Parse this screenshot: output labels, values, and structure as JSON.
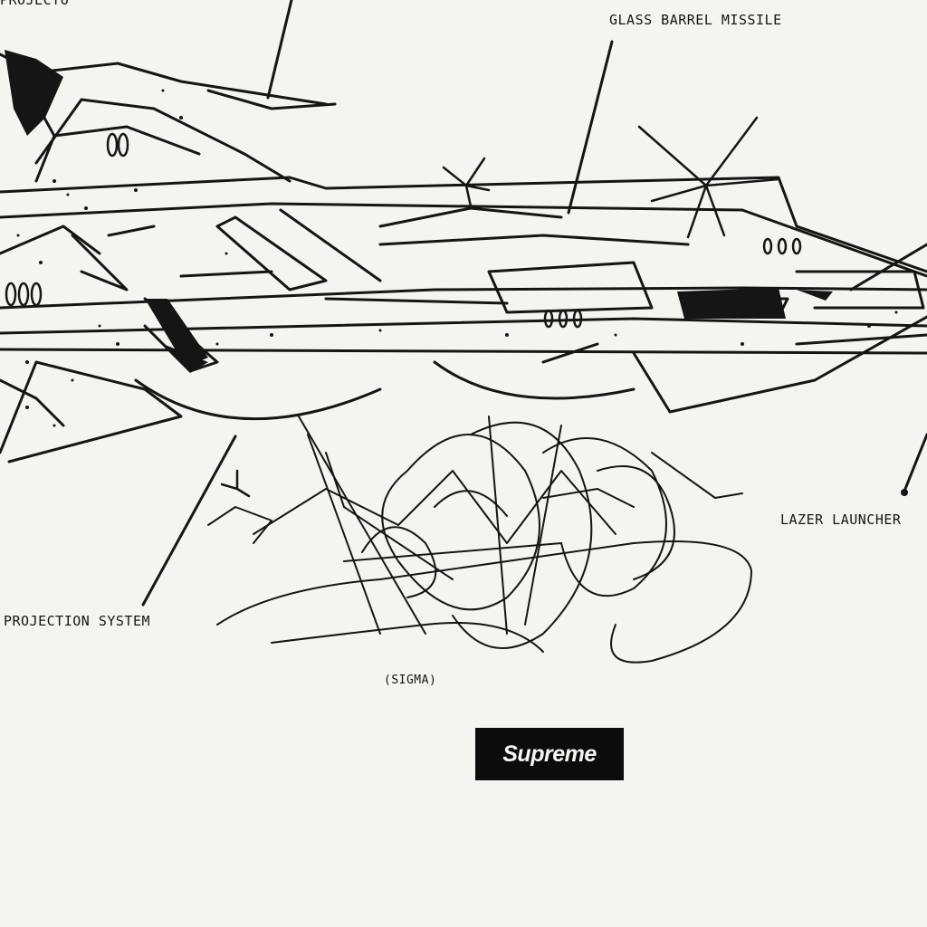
{
  "labels": {
    "top_clipped": "PROJECTO",
    "glass_barrel_missile": "GLASS BARREL MISSILE",
    "lazer_launcher": "LAZER LAUNCHER",
    "projection_system": "PROJECTION SYSTEM",
    "sigma": "(SIGMA)"
  },
  "logo": {
    "text": "Supreme",
    "box_color": "#0c0c0c",
    "text_color": "#f4f5f1"
  },
  "colors": {
    "background": "#f4f5f1",
    "ink": "#151515"
  }
}
